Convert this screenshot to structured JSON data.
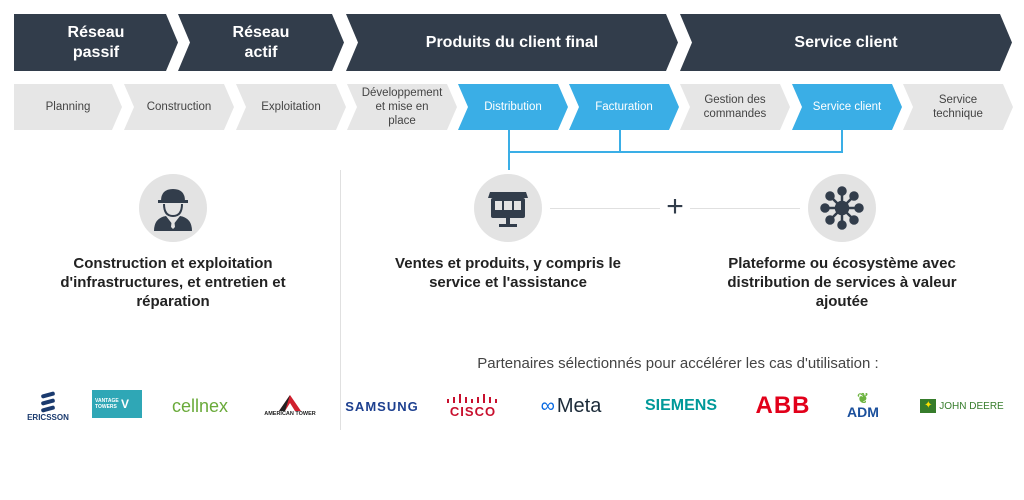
{
  "phases": [
    "Réseau passif",
    "Réseau actif",
    "Produits du client final",
    "Service client"
  ],
  "steps": [
    "Planning",
    "Construction",
    "Exploitation",
    "Développement et mise en place",
    "Distribution",
    "Facturation",
    "Gestion des commandes",
    "Service client",
    "Service technique"
  ],
  "columns": [
    {
      "icon": "construction-worker-icon",
      "title": "Construction et exploitation d'infrastructures, et entretien et réparation"
    },
    {
      "icon": "storefront-icon",
      "title": "Ventes et produits, y compris le service et l'assistance"
    },
    {
      "icon": "network-hub-icon",
      "title": "Plateforme ou écosystème avec distribution de services à valeur ajoutée"
    }
  ],
  "plus": "+",
  "partners_label": "Partenaires sélectionnés pour accélérer les cas d'utilisation :",
  "logos": [
    "ERICSSON",
    "VANTAGE TOWERS",
    "cellnex",
    "AMERICAN TOWER",
    "SAMSUNG",
    "CISCO",
    "Meta",
    "SIEMENS",
    "ABB",
    "ADM",
    "JOHN DEERE"
  ],
  "colors": {
    "dark": "#323d4b",
    "blue": "#3aaee6",
    "gray": "#e6e6e6"
  }
}
